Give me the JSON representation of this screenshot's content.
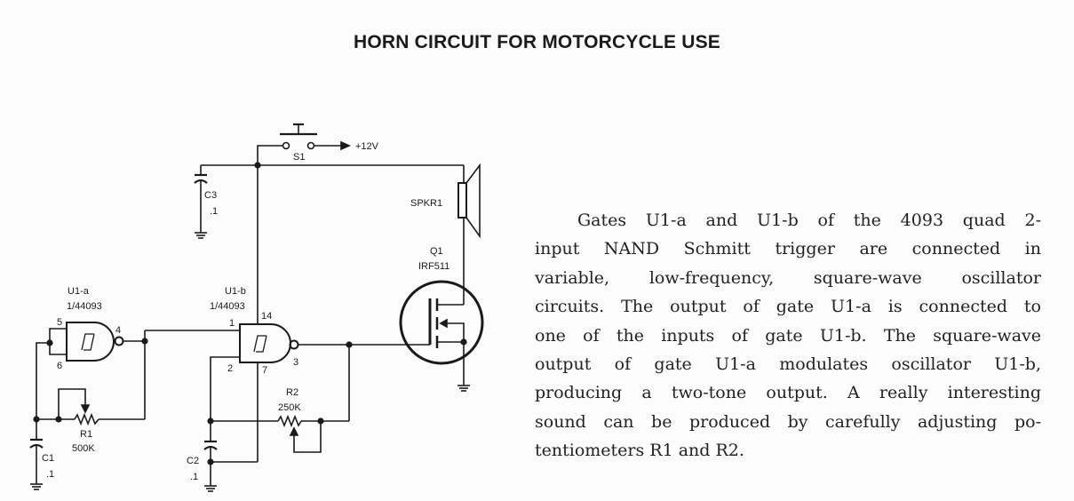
{
  "title": "HORN CIRCUIT FOR MOTORCYCLE USE",
  "schematic": {
    "supply": "+12V",
    "switch": "S1",
    "c3": {
      "name": "C3",
      "value": ".1"
    },
    "speaker": "SPKR1",
    "q1": {
      "name": "Q1",
      "part": "IRF511"
    },
    "u1a": {
      "name": "U1-a",
      "part": "1/44093",
      "pins": [
        "5",
        "6",
        "4"
      ]
    },
    "u1b": {
      "name": "U1-b",
      "part": "1/44093",
      "pins": [
        "1",
        "2",
        "3",
        "14",
        "7"
      ]
    },
    "r1": {
      "name": "R1",
      "value": "500K"
    },
    "r2": {
      "name": "R2",
      "value": "250K"
    },
    "c1": {
      "name": "C1",
      "value": ".1"
    },
    "c2": {
      "name": "C2",
      "value": ".1"
    }
  },
  "description": {
    "lines": [
      "Gates U1-a and U1-b of the 4093 quad 2-",
      "input NAND Schmitt trigger are connected in",
      "variable, low-frequency, square-wave oscillator",
      "circuits. The output of gate U1-a is connected to",
      "one of the inputs of gate U1-b. The square-wave",
      "output of gate U1-a modulates oscillator U1-b,",
      "producing a two-tone output. A really interesting",
      "sound can be produced by carefully adjusting po-",
      "tentiometers R1 and R2."
    ]
  }
}
